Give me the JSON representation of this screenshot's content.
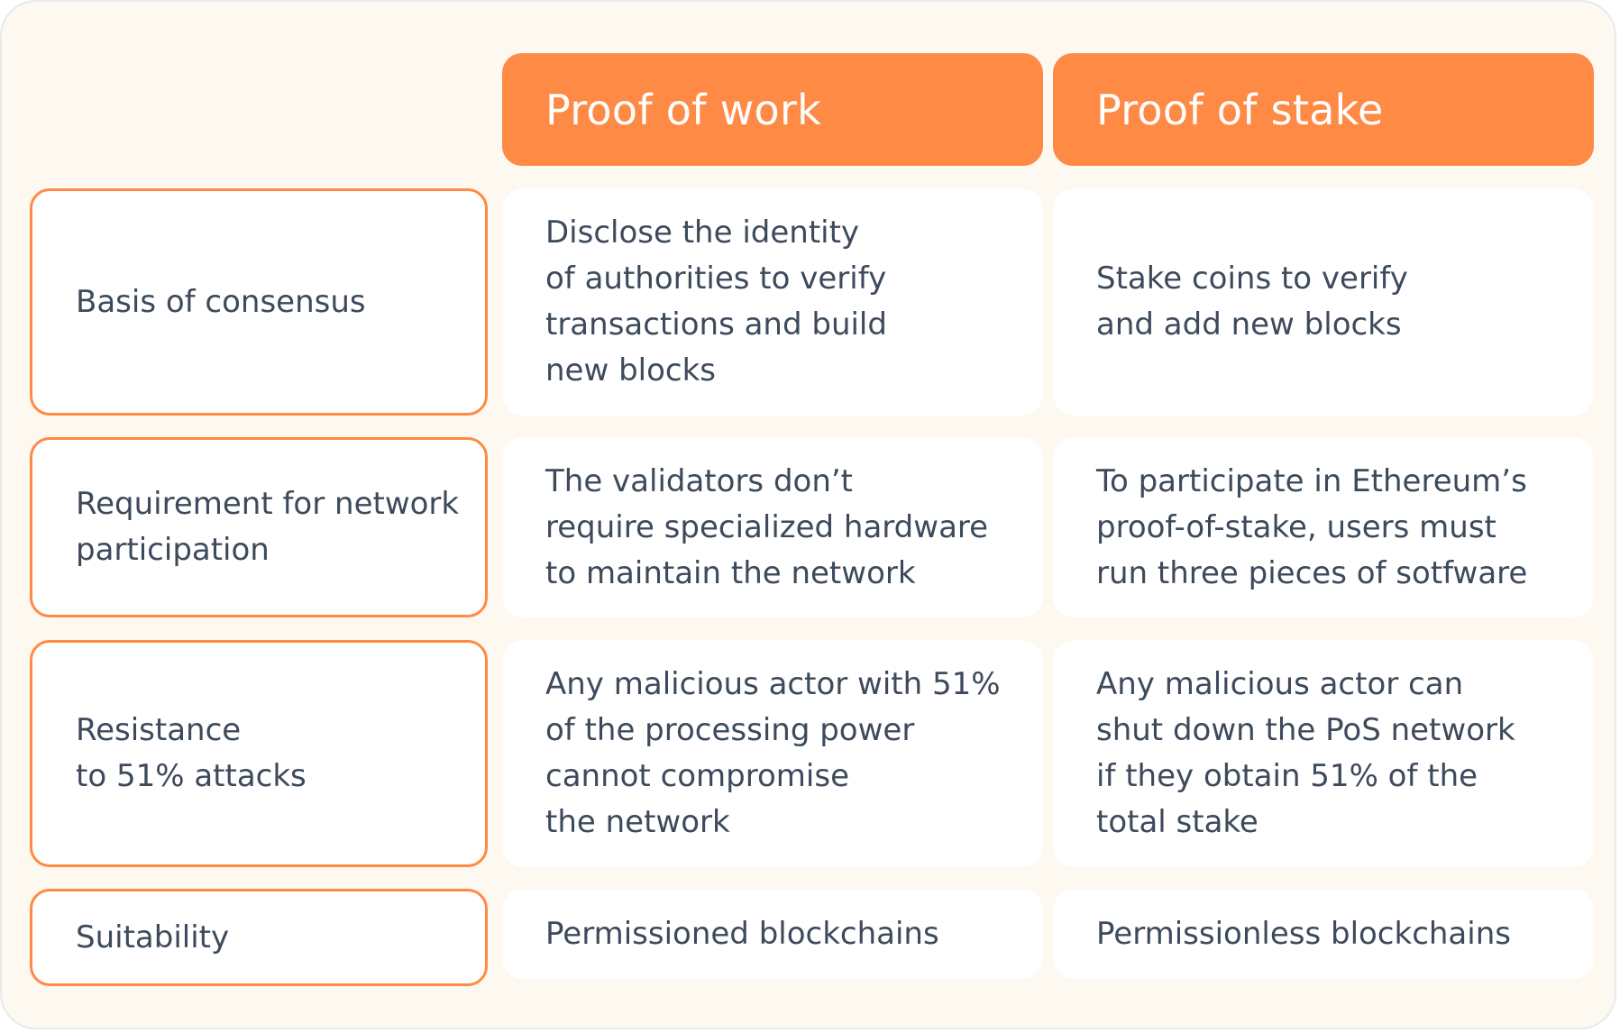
{
  "columns": [
    {
      "label": "Proof of work"
    },
    {
      "label": "Proof of stake"
    }
  ],
  "rows": [
    {
      "label": "Basis of consensus",
      "cells": [
        "Disclose the identity\nof authorities to verify\ntransactions and build\nnew blocks",
        "Stake coins to verify\nand add new blocks"
      ]
    },
    {
      "label": "Requirement for network\nparticipation",
      "cells": [
        "The validators don’t\nrequire specialized hardware\nto maintain the network",
        "To participate in Ethereum’s\nproof-of-stake, users must\nrun three pieces of sotfware"
      ]
    },
    {
      "label": "Resistance\nto 51% attacks",
      "cells": [
        "Any malicious actor with 51%\nof the processing power\ncannot compromise\nthe network",
        "Any malicious actor can\nshut down the PoS network\nif they obtain 51% of the\ntotal stake"
      ]
    },
    {
      "label": "Suitability",
      "cells": [
        "Permissioned blockchains",
        "Permissionless blockchains"
      ]
    }
  ],
  "colors": {
    "accent": "#ff8a45",
    "background": "#fdf8f0",
    "text": "#3d4a5c",
    "cell": "#ffffff"
  }
}
